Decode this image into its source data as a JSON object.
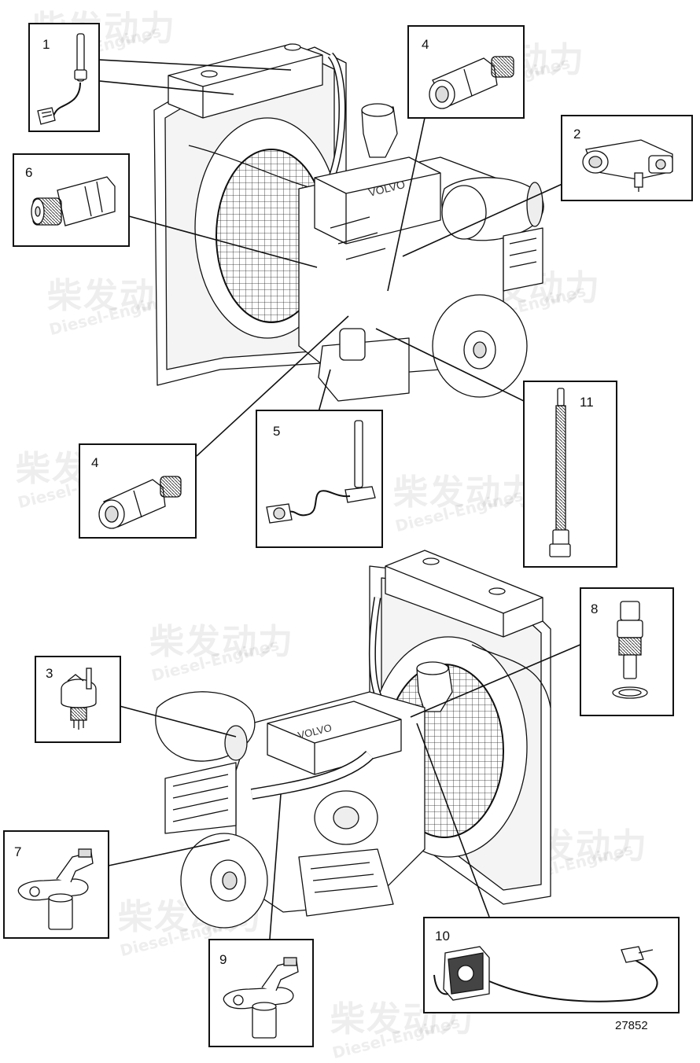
{
  "watermark": {
    "cn": "柴发动力",
    "en": "Diesel-Engines"
  },
  "document_number": "27852",
  "callouts": [
    {
      "id": "1",
      "label": "1"
    },
    {
      "id": "2",
      "label": "2"
    },
    {
      "id": "3",
      "label": "3"
    },
    {
      "id": "4a",
      "label": "4"
    },
    {
      "id": "4b",
      "label": "4"
    },
    {
      "id": "5",
      "label": "5"
    },
    {
      "id": "6",
      "label": "6"
    },
    {
      "id": "7",
      "label": "7"
    },
    {
      "id": "8",
      "label": "8"
    },
    {
      "id": "9",
      "label": "9"
    },
    {
      "id": "10",
      "label": "10"
    },
    {
      "id": "11",
      "label": "11"
    }
  ],
  "engine_top": {
    "rocker_cover_text": "VOLVO"
  },
  "engine_bottom": {
    "rocker_cover_text": "VOLVO"
  },
  "colors": {
    "line": "#111111",
    "fill": "#ffffff",
    "shade": "#d9d9d9",
    "watermark": "#969696"
  }
}
